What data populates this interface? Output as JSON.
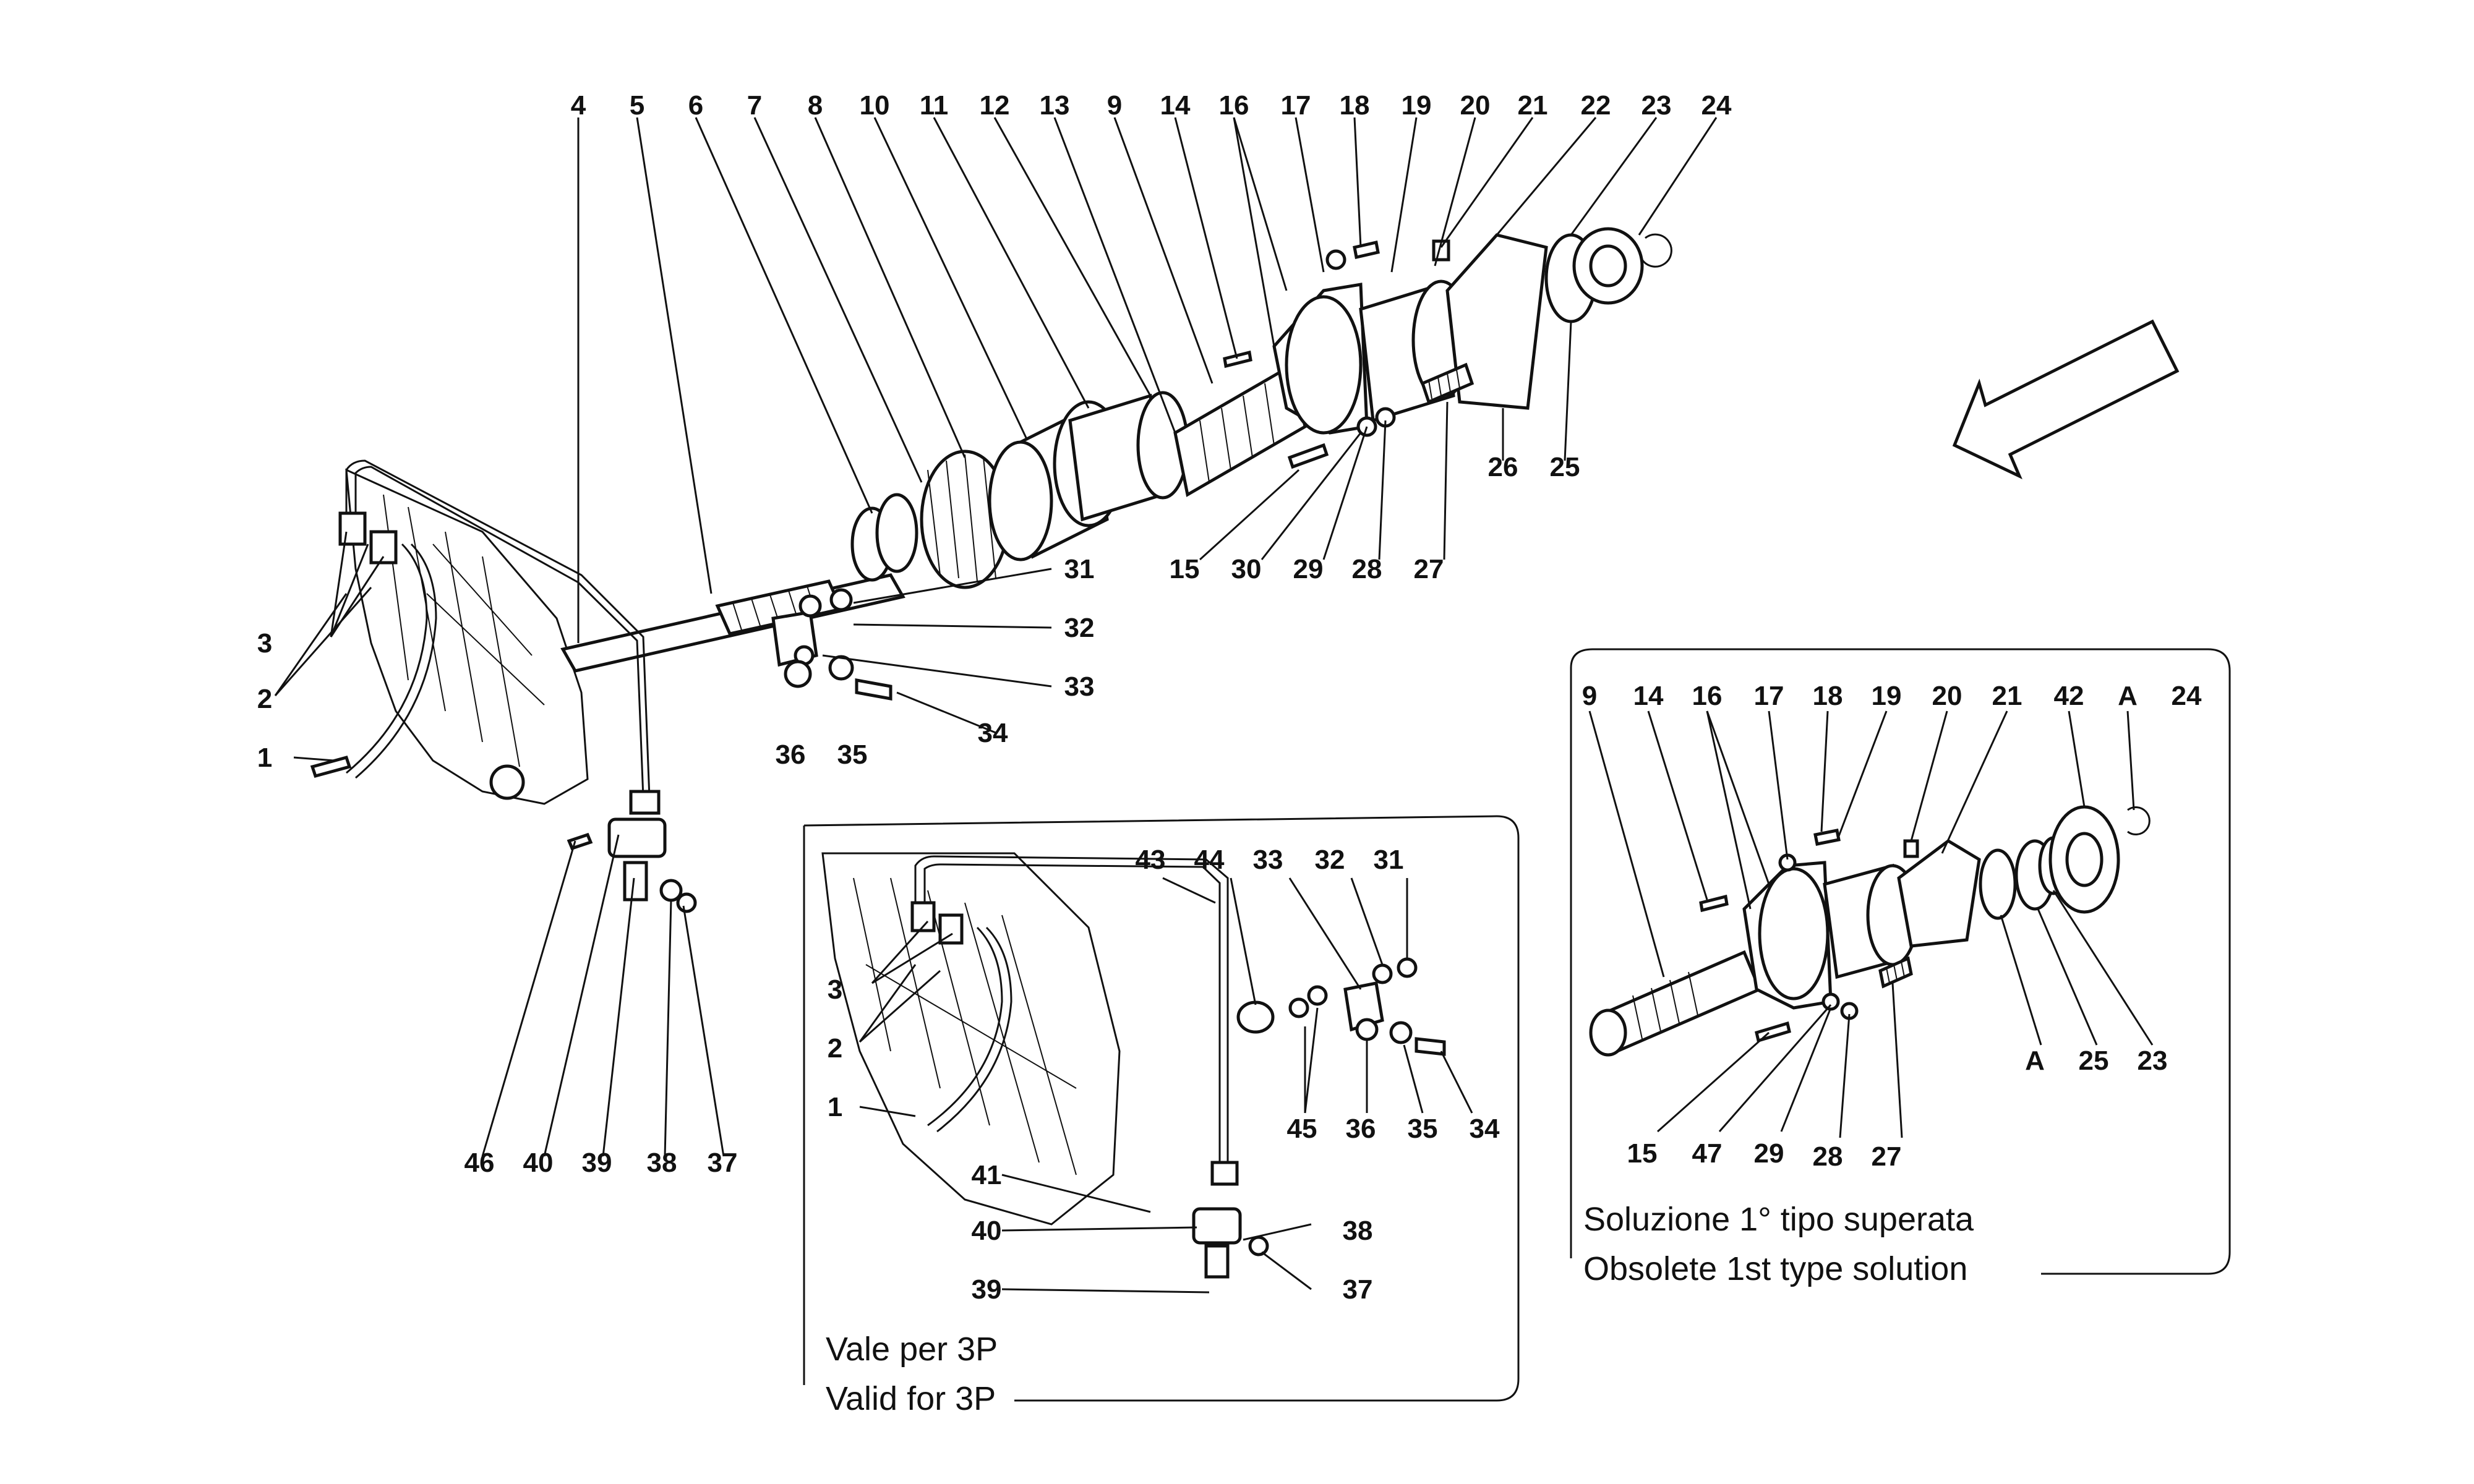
{
  "main_callouts": [
    "4",
    "5",
    "6",
    "7",
    "8",
    "10",
    "11",
    "12",
    "13",
    "9",
    "14",
    "16",
    "17",
    "18",
    "19",
    "20",
    "21",
    "22",
    "23",
    "24"
  ],
  "main_lower": [
    "26",
    "25",
    "15",
    "30",
    "29",
    "28",
    "27",
    "31",
    "32",
    "33",
    "34",
    "35",
    "36",
    "3",
    "2",
    "1",
    "46",
    "40",
    "39",
    "38",
    "37"
  ],
  "inset_3p_callouts": [
    "43",
    "44",
    "33",
    "32",
    "31",
    "3",
    "2",
    "1",
    "45",
    "36",
    "35",
    "34",
    "41",
    "40",
    "38",
    "39",
    "37"
  ],
  "inset_3p_caption_it": "Vale per 3P",
  "inset_3p_caption_en": "Valid for 3P",
  "inset_obsolete_callouts": [
    "9",
    "14",
    "16",
    "17",
    "18",
    "19",
    "20",
    "21",
    "42",
    "A",
    "24",
    "15",
    "47",
    "29",
    "28",
    "27",
    "A",
    "25",
    "23"
  ],
  "inset_obsolete_caption_it": "Soluzione 1° tipo superata",
  "inset_obsolete_caption_en": "Obsolete 1st type solution",
  "direction_icon": "arrow-down-left-icon"
}
